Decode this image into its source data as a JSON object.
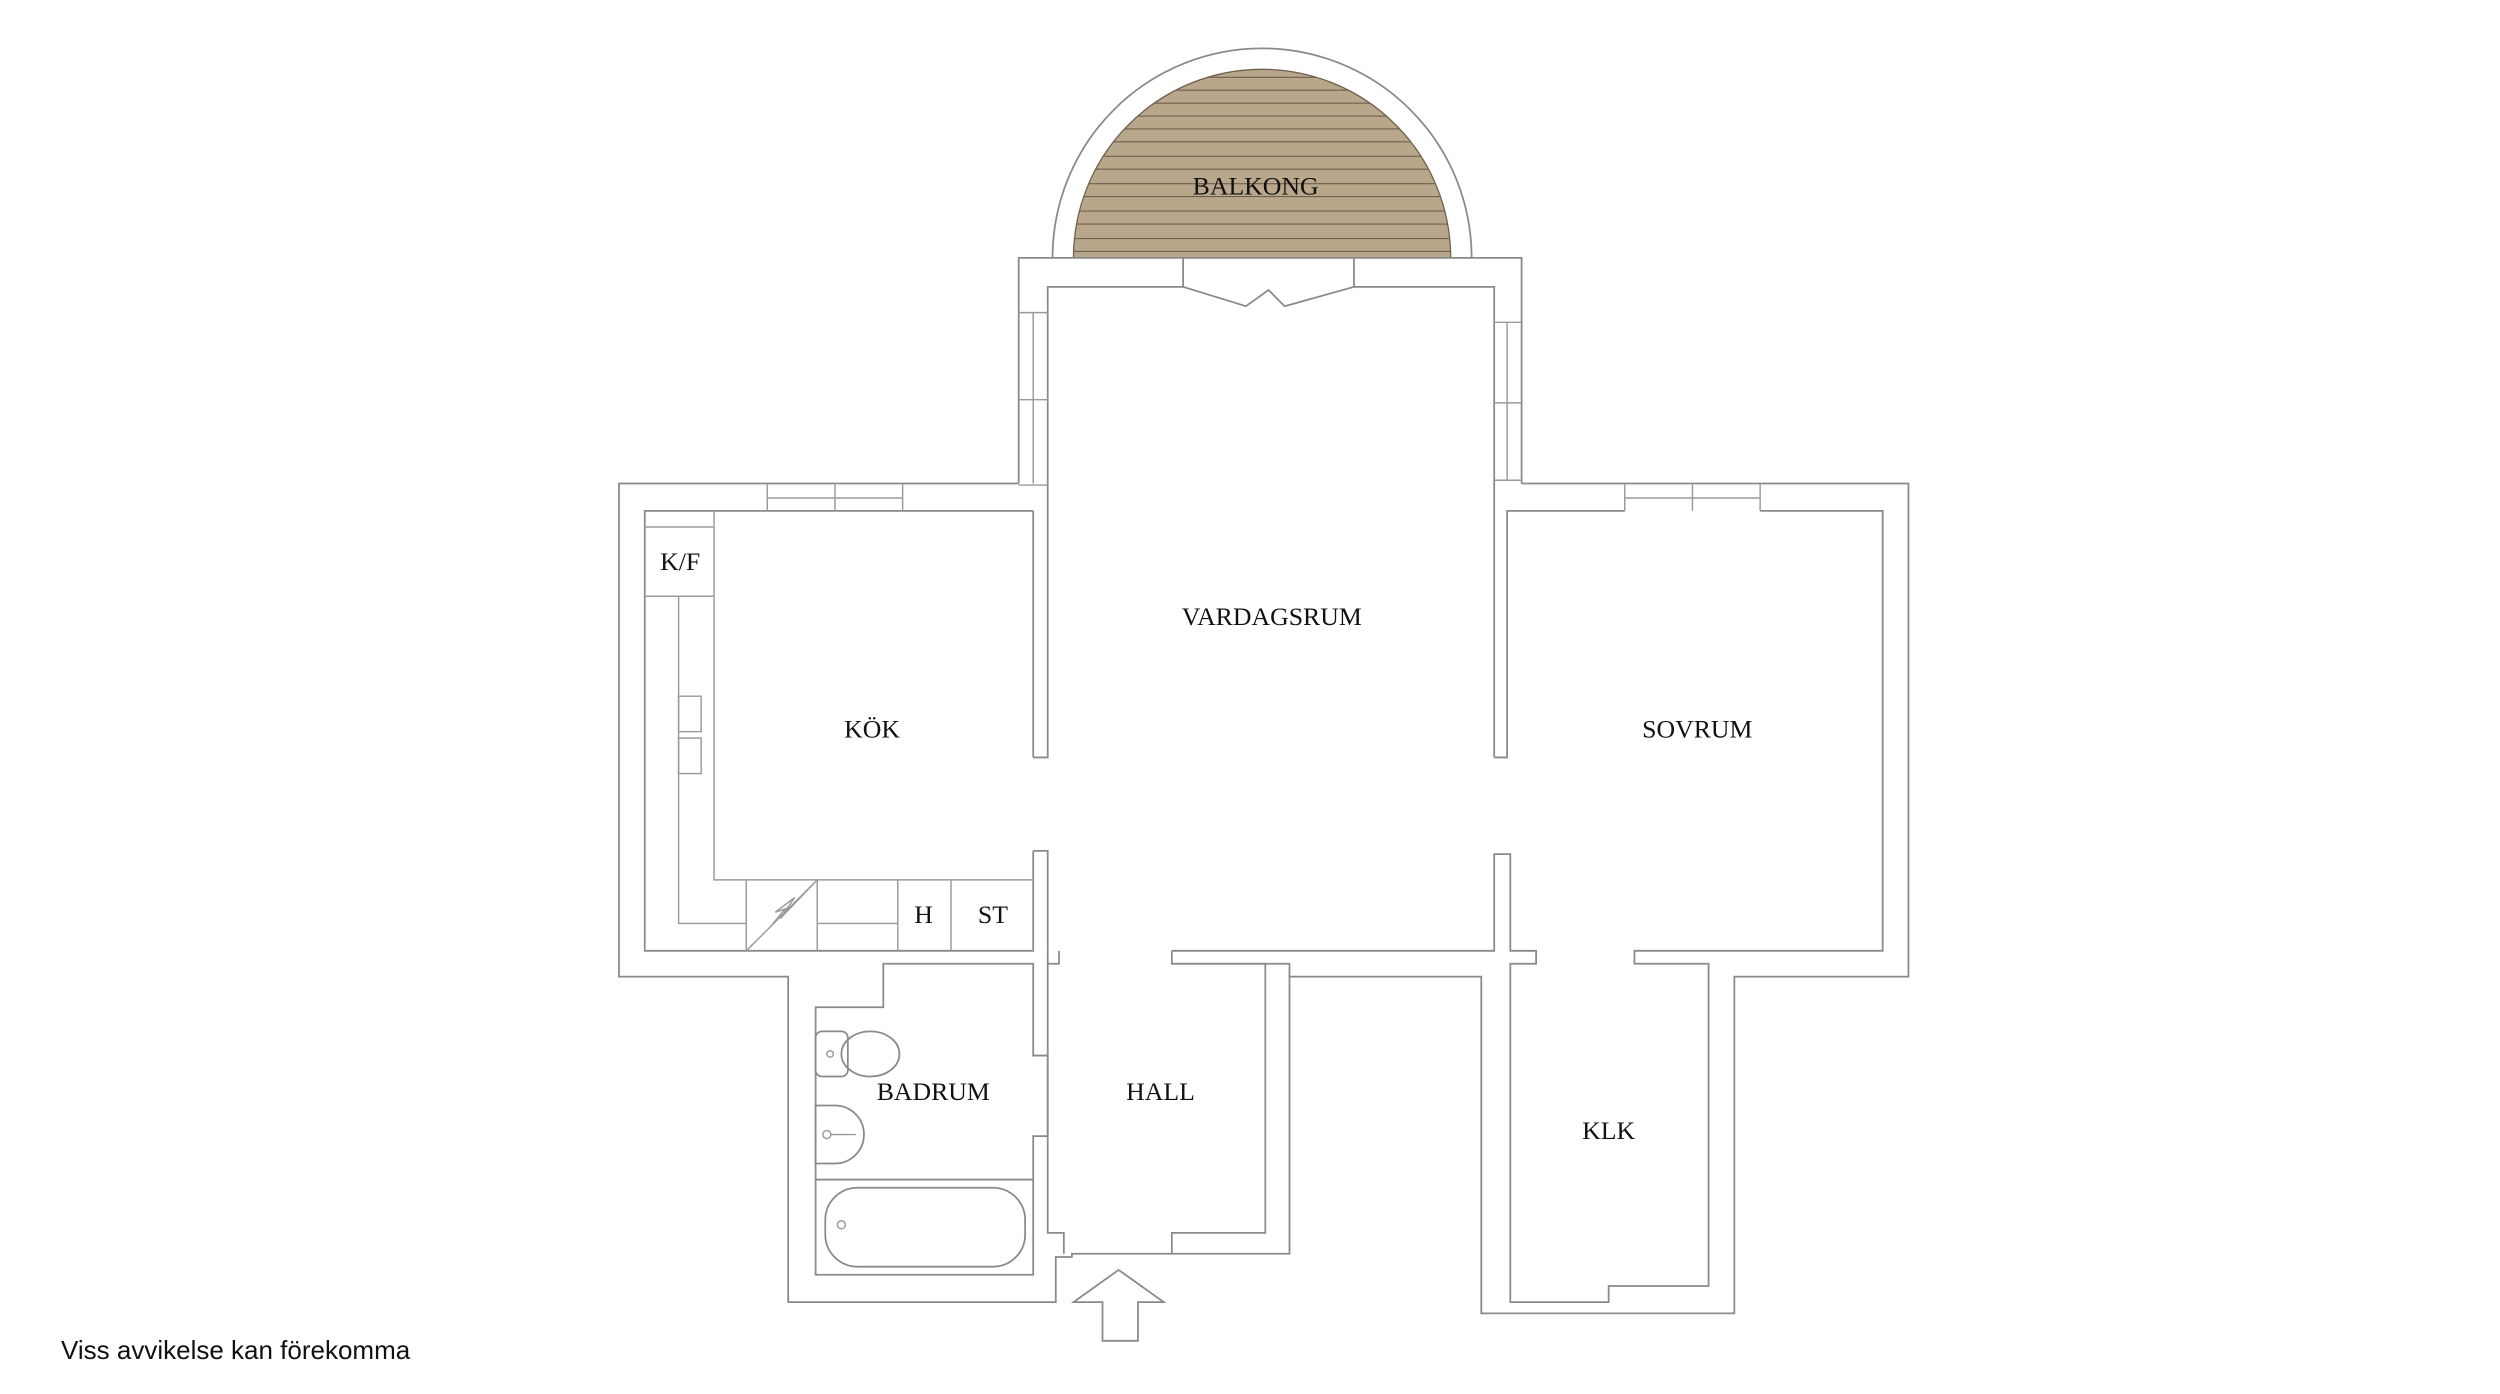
{
  "floorplan": {
    "rooms": {
      "balkong": "BALKONG",
      "vardagsrum": "VARDAGSRUM",
      "kok": "KÖK",
      "sovrum": "SOVRUM",
      "badrum": "BADRUM",
      "hall": "HALL",
      "klk": "KLK"
    },
    "fixtures": {
      "kf": "K/F",
      "h": "H",
      "st": "ST"
    },
    "entrance_icon": "arrow-up-icon",
    "colors": {
      "wall_stroke": "#8a8a8a",
      "bathroom_floor": "#d3d3d3",
      "balcony_wood": "#b9a78c",
      "balcony_plank_line": "#6e604e"
    }
  },
  "footer": {
    "disclaimer": "Viss avvikelse kan förekomma"
  }
}
